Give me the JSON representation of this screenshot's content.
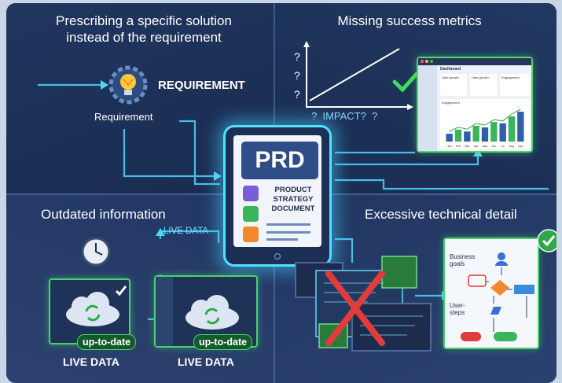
{
  "quadrants": {
    "top_left": {
      "title_line1": "Prescribing a specific solution",
      "title_line2": "instead of the requirement",
      "gear_label": "REQUIREMENT",
      "icon_label": "Requirement"
    },
    "top_right": {
      "title": "Missing success metrics",
      "question_marks": [
        "?",
        "?",
        "?"
      ],
      "impact_label": "?  IMPACT?  ?",
      "dashboard": {
        "title": "Dashboard",
        "cards": [
          "User growth",
          "User growth",
          "Engagement"
        ],
        "chart_title": "Engagement",
        "months": [
          "Jan",
          "Feb",
          "Mar",
          "Apr",
          "May",
          "Jun",
          "Jul",
          "Aug",
          "Sep"
        ],
        "bar_heights": [
          0.25,
          0.38,
          0.32,
          0.5,
          0.45,
          0.62,
          0.58,
          0.8,
          0.95
        ]
      }
    },
    "bottom_left": {
      "title": "Outdated information",
      "flow_label": "LIVE DATA",
      "screen1": {
        "badge": "up-to-date",
        "caption": "LIVE DATA"
      },
      "screen2": {
        "badge": "up-to-date",
        "caption": "LIVE DATA"
      }
    },
    "bottom_right": {
      "title": "Excessive technical detail",
      "flow_labels": [
        "Business goals",
        "User- steps"
      ]
    }
  },
  "center": {
    "badge": "PRD",
    "doc_title": "PRODUCT STRATEGY DOCUMENT"
  },
  "colors": {
    "accent_cyan": "#52e0ff",
    "green_check": "#3ddc5c",
    "red_cross": "#e23b3b",
    "dark_navy": "#1a2b4e"
  }
}
